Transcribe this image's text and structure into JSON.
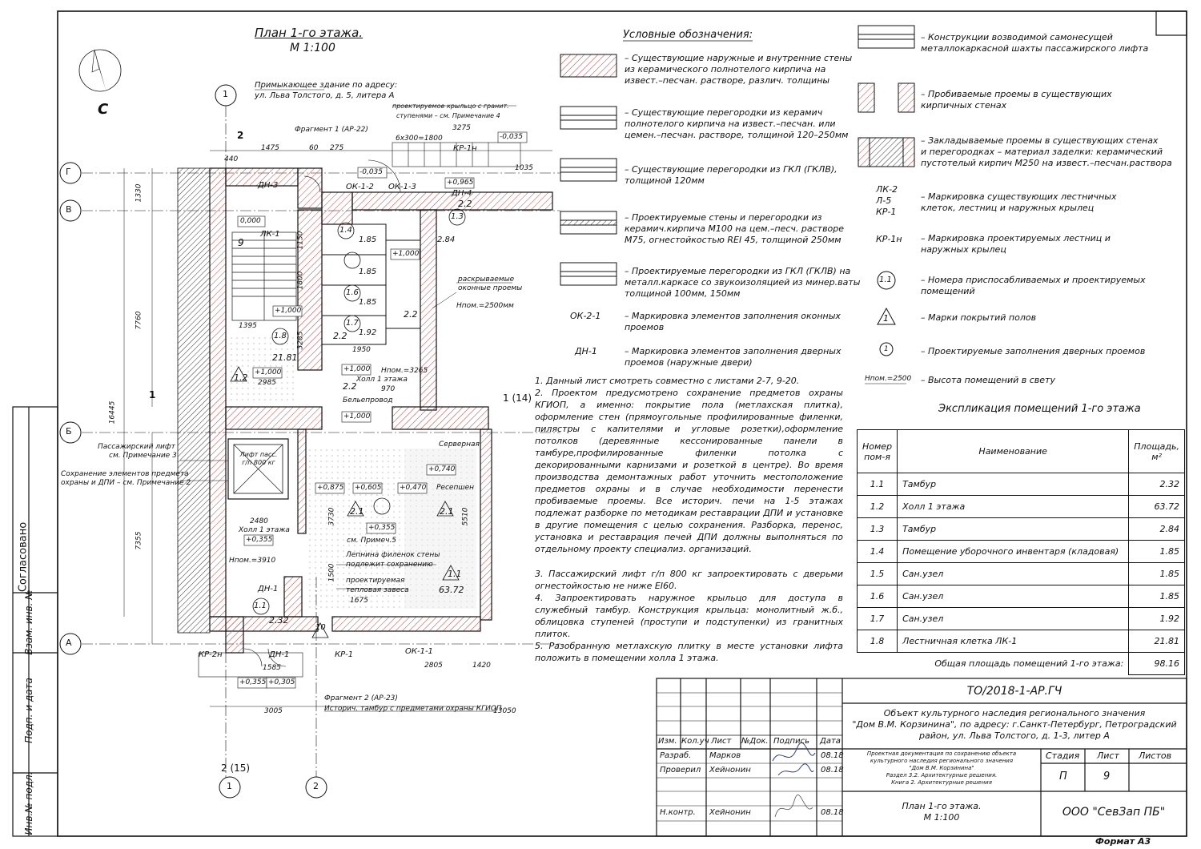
{
  "plan": {
    "title": "План 1-го этажа.",
    "scale": "М 1:100",
    "north": "С",
    "adjacent_1": "Примыкающее здание по адресу:",
    "adjacent_2": "ул. Льва Толстого, д. 5, литера А",
    "porch_note_1": "проектируемое крыльцо с гранит.",
    "porch_note_2": "ступенями – см. Примечание 4",
    "fragment1": "Фрагмент 1 (АР-22)",
    "fragment2": "Фрагмент 2 (АР-23)",
    "histor_tambour": "Историч. тамбур с предметами охраны КГИОП",
    "lift_1": "Пассажирский лифт",
    "lift_2": "см. Примечание 3",
    "protect_1": "Сохранение элементов предмета",
    "protect_2": "охраны и ДПИ – см. Примечание 2",
    "openings_1": "раскрываемые",
    "openings_2": "оконные проемы",
    "hpom_2500": "Нпом.=2500мм",
    "hpom_3265": "Нпом.=3265",
    "hpom_3910": "Нпом.=3910",
    "linen": "Бельепровод",
    "server": "Серверная",
    "reception": "Ресепшен",
    "hall1": "Холл 1 этажа",
    "hall1b": "Холл 1 этажа",
    "prim5": "см. Примеч.5",
    "lepnina_1": "Лепнина филенок стены",
    "lepnina_2": "подлежит сохранению",
    "curtain_1": "проектируемая",
    "curtain_2": "тепловая завеса",
    "lift_box": "Лифт пасс. г/п 800 кг",
    "marks": {
      "lk1": "ЛК-1",
      "dn3": "ДН-3",
      "dn1": "ДН-1",
      "dn1b": "ДН-1",
      "kr1n": "КР-1н",
      "kr1": "КР-1",
      "kr2n": "КР-2н",
      "dn4": "ДН-4",
      "ok12": "ОК-1-2",
      "ok13": "ОК-1-3",
      "ok11": "ОК-1-1"
    },
    "levels": {
      "l0": "0,000",
      "l1": "+1,000",
      "l2": "+1,000",
      "l3": "+1,000",
      "l4": "+1,000",
      "l5": "+0,875",
      "l6": "+0,605",
      "l7": "+0,470",
      "l8": "+0,740",
      "l9": "+0,355",
      "l10": "+0,355",
      "l11": "+0,355",
      "l12": "+0,305",
      "l13": "-0,035",
      "l14": "-0,035",
      "l15": "+0,965",
      "l16": "+1,000"
    },
    "rooms": {
      "r9": "9",
      "r18": "1.8",
      "a18": "21.81",
      "r12": "1.2",
      "r21": "2.1",
      "r21b": "2.1",
      "r11": "1.1",
      "a11": "63.72",
      "r111": "1.1",
      "a111": "2.32",
      "r13": "1.3",
      "r14": "1.4",
      "r15": "1.85",
      "r16": "1.6",
      "r17": "1.7",
      "r10": "10",
      "r22": "2.2",
      "r22b": "2.2",
      "r22c": "2.2",
      "r22d": "2.2",
      "r284": "2.84",
      "r185": "1.85",
      "r185b": "1.85",
      "r192": "1.92"
    },
    "dims": {
      "d7760": "7760",
      "d16445": "16445",
      "d7355": "7355",
      "d1330": "1330",
      "d3275": "3275",
      "d6x300": "6x300=1800",
      "d1475": "1475",
      "d60": "60",
      "d275": "275",
      "d440": "440",
      "d3005": "3005",
      "d13050": "13050",
      "d2805": "2805",
      "d1420": "1420",
      "d1585": "1585",
      "d1675": "1675",
      "d3730": "3730",
      "d5510": "5510",
      "d1150": "1150",
      "d1800": "1800",
      "d1395": "1395",
      "d2985": "2985",
      "d970": "970",
      "d1035": "1035",
      "d2480": "2480",
      "d1500": "1500",
      "d3285": "3285",
      "d1950": "1950"
    },
    "axes": {
      "g": "Г",
      "v": "В",
      "b": "Б",
      "a": "А",
      "n1": "1",
      "n2": "2",
      "n1b": "1",
      "n2b": "2"
    },
    "sections": {
      "s2": "2",
      "s1": "1",
      "s114": "1 (14)",
      "s215": "2 (15)"
    }
  },
  "legend": {
    "title": "Условные обозначения:",
    "items": [
      "– Существующие наружные и внутренние стены\nиз керамического полнотелого кирпича на\nизвест.–песчан. растворе, различ. толщины",
      "– Существующие перегородки из керамич\nполнотелого кирпича на извест.–песчан. или\nцемен.–песчан. растворе, толщиной 120–250мм",
      "– Существующие перегородки из ГКЛ (ГКЛВ),\nтолщиной 120мм",
      "– Проектируемые стены и перегородки из\nкерамич.кирпича М100 на цем.–песч. растворе\nМ75, огнестойкостью REI 45, толщиной 250мм",
      "– Проектируемые перегородки из ГКЛ (ГКЛВ) на\nметалл.каркасе со звукоизоляцией из минер.ваты\nтолщиной 100мм, 150мм"
    ],
    "ok_label": "ОК-2-1",
    "ok_text": "– Маркировка элементов заполнения оконных\nпроемов",
    "dn_label": "ДН-1",
    "dn_text": "– Маркировка элементов заполнения дверных\nпроемов (наружные двери)",
    "right_items": [
      "– Конструкции возводимой самонесущей\nметаллокаркасной шахты пассажирского лифта",
      "– Пробиваемые проемы в существующих\nкирпичных стенах",
      "– Закладываемые проемы в существующих стенах\nи перегородках – материал заделки: керамический\nпустотелый кирпич М250 на извест.–песчан.раствора"
    ],
    "lk_label": "ЛК-2\nЛ-5\nКР-1",
    "lk_text": "– Маркировка существующих лестничных\nклеток, лестниц и наружных крылец",
    "kr_label": "КР-1н",
    "kr_text": "– Маркировка проектируемых лестниц и\nнаружных крылец",
    "num_symbol": "1.1",
    "num_text": "– Номера приспосабливаемых и проектируемых\nпомещений",
    "floor_symbol": "1",
    "floor_text": "– Марки покрытий полов",
    "door_symbol": "1",
    "door_text": "– Проектируемые заполнения дверных проемов",
    "h_label": "Нпом.=2500",
    "h_text": "– Высота помещений в свету"
  },
  "notes": [
    "1.  Данный лист смотреть совместно с листами 2-7, 9-20.",
    "2.  Проектом предусмотрено сохранение предметов охраны КГИОП, а именно: покрытие пола (метлахская плитка), оформление стен (прямоугольные профилированные филенки, пилястры с капителями и угловые розетки),оформление потолков (деревянные кессонированные панели в тамбуре,профилированные филенки потолка с декорированными карнизами и розеткой в центре). Во время производства демонтажных работ уточнить местоположение предметов охраны и в случае необходимости перенести пробиваемые проемы. Все историч. печи на 1-5 этажах подлежат разборке по методикам реставрации ДПИ и установке в другие помещения с целью сохранения. Разборка, перенос, установка и реставрация печей ДПИ должны выполняться по отдельному проекту специализ. организаций.",
    "3.  Пассажирский лифт г/п 800 кг запроектировать с дверьми огнестойкостью не ниже EI60.",
    "4.  Запроектировать наружное крыльцо для доступа в служебный тамбур. Конструкция крыльца: монолитный ж.б., облицовка ступеней (проступи и подступенки) из гранитных плиток.",
    "5.  Разобранную метлахскую плитку в месте установки лифта положить в помещении холла 1 этажа."
  ],
  "explication": {
    "title": "Экспликация помещений 1-го этажа",
    "headers": [
      "Номер пом-я",
      "Наименование",
      "Площадь, м²"
    ],
    "rows": [
      [
        "1.1",
        "Тамбур",
        "2.32"
      ],
      [
        "1.2",
        "Холл 1 этажа",
        "63.72"
      ],
      [
        "1.3",
        "Тамбур",
        "2.84"
      ],
      [
        "1.4",
        "Помещение уборочного инвентаря (кладовая)",
        "1.85"
      ],
      [
        "1.5",
        "Сан.узел",
        "1.85"
      ],
      [
        "1.6",
        "Сан.узел",
        "1.85"
      ],
      [
        "1.7",
        "Сан.узел",
        "1.92"
      ],
      [
        "1.8",
        "Лестничная клетка ЛК-1",
        "21.81"
      ]
    ],
    "total_label": "Общая площадь помещений 1-го этажа:",
    "total_value": "98.16"
  },
  "titleblock": {
    "code": "ТО/2018-1-АР.ГЧ",
    "object": "Объект культурного наследия регионального значения\n\"Дом В.М. Корзинина\", по адресу: г.Санкт-Петербург, Петроградский\nрайон, ул. Льва Толстого, д. 1-3, литер А",
    "doc": "Проектная документация по сохранению объекта\nкультурного наследия регионального значения\n\"Дом В.М. Корзинина\"\nРаздел 3.2. Архитектурные решения.\nКнига 2. Архитектурные решения",
    "h_izm": "Изм.",
    "h_kol": "Кол.уч",
    "h_list": "Лист",
    "h_ndok": "№Док.",
    "h_podp": "Подпись",
    "h_data": "Дата",
    "r1_role": "Разраб.",
    "r1_name": "Марков",
    "r1_date": "08.18",
    "r2_role": "Проверил",
    "r2_name": "Хейнонин",
    "r2_date": "08.18",
    "r3_role": "Н.контр.",
    "r3_name": "Хейнонин",
    "r3_date": "08.18",
    "stage_h": "Стадия",
    "sheet_h": "Лист",
    "sheets_h": "Листов",
    "stage": "П",
    "sheet": "9",
    "sheet_title": "План 1-го этажа.\nМ 1:100",
    "company": "ООО \"СевЗап ПБ\"",
    "format": "Формат  А3"
  },
  "side": {
    "agreed": "Согласовано",
    "vzam": "Взам. инв. №",
    "podp": "Подп. и дата",
    "inv": "Инв.№ подл."
  }
}
